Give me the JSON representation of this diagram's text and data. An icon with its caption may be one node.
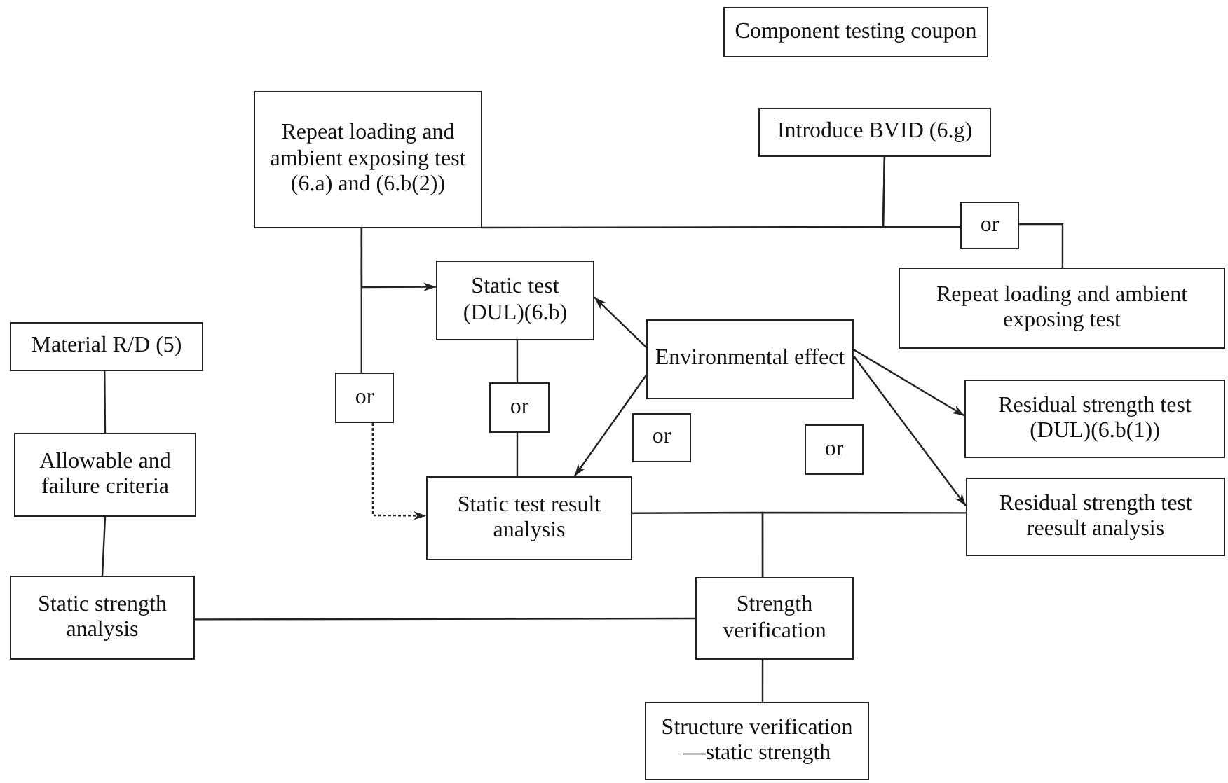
{
  "diagram": {
    "nodes": [
      {
        "text": [
          "Component testing coupon"
        ]
      },
      {
        "text": [
          "Introduce BVID (6.g)"
        ]
      },
      {
        "text": [
          "Repeat loading and ambient exposing test (6.a) and (6.b(2))"
        ]
      },
      {
        "text": [
          "or"
        ]
      },
      {
        "text": [
          "Repeat loading and ambient exposing test"
        ]
      },
      {
        "text": [
          "Static test (DUL)(6.b)"
        ]
      },
      {
        "text": [
          "Environmental effect"
        ]
      },
      {
        "text": [
          "Material R/D (5)"
        ]
      },
      {
        "text": [
          "or"
        ]
      },
      {
        "text": [
          "or"
        ]
      },
      {
        "text": [
          "or"
        ]
      },
      {
        "text": [
          "or"
        ]
      },
      {
        "text": [
          "Residual strength test (DUL)(6.b(1))"
        ]
      },
      {
        "text": [
          "Allowable and failure criteria"
        ]
      },
      {
        "text": [
          "Static test result analysis"
        ]
      },
      {
        "text": [
          "Residual strength test reesult analysis"
        ]
      },
      {
        "text": [
          "Static strength analysis"
        ]
      },
      {
        "text": [
          "Strength verification"
        ]
      },
      {
        "text": [
          "Structure verification —static strength"
        ]
      }
    ],
    "edges": [
      {
        "from": 1,
        "to": 2,
        "arrow": "none"
      },
      {
        "from": 1,
        "to": 3,
        "arrow": "none"
      },
      {
        "from": 3,
        "to": 4,
        "arrow": "none"
      },
      {
        "from": 2,
        "to": 5,
        "arrow": "to"
      },
      {
        "from": 2,
        "to": 8,
        "arrow": "none"
      },
      {
        "from": 8,
        "to": 14,
        "arrow": "to",
        "style": "dashed"
      },
      {
        "from": 5,
        "to": 9,
        "arrow": "none"
      },
      {
        "from": 9,
        "to": 14,
        "arrow": "none"
      },
      {
        "from": 6,
        "to": 5,
        "arrow": "to"
      },
      {
        "from": 6,
        "to": 14,
        "arrow": "to"
      },
      {
        "from": 6,
        "to": 12,
        "arrow": "to"
      },
      {
        "from": 6,
        "to": 15,
        "arrow": "to"
      },
      {
        "from": 14,
        "to": 17,
        "arrow": "none"
      },
      {
        "from": 15,
        "to": 17,
        "arrow": "none"
      },
      {
        "from": 7,
        "to": 13,
        "arrow": "none"
      },
      {
        "from": 13,
        "to": 16,
        "arrow": "none"
      },
      {
        "from": 16,
        "to": 17,
        "arrow": "none"
      },
      {
        "from": 17,
        "to": 18,
        "arrow": "none"
      }
    ]
  }
}
